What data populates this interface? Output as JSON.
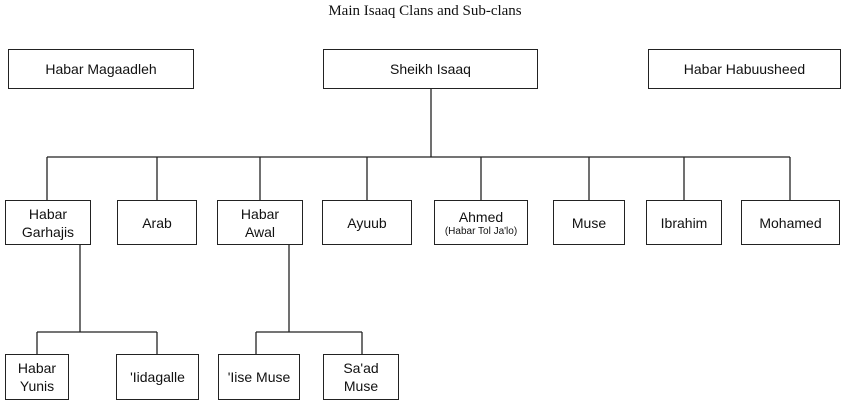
{
  "title": "Main Isaaq Clans and Sub-clans",
  "nodes": {
    "habar_magaadleh": "Habar Magaadleh",
    "sheikh_isaaq": "Sheikh Isaaq",
    "habar_habuusheed": "Habar Habuusheed",
    "habar_garhajis": {
      "line1": "Habar",
      "line2": "Garhajis"
    },
    "arab": "Arab",
    "habar_awal": {
      "line1": "Habar",
      "line2": "Awal"
    },
    "ayuub": "Ayuub",
    "ahmed": {
      "line1": "Ahmed",
      "line2": "(Habar Tol Ja'lo)"
    },
    "muse": "Muse",
    "ibrahim": "Ibrahim",
    "mohamed": "Mohamed",
    "habar_yunis": {
      "line1": "Habar",
      "line2": "Yunis"
    },
    "iidagalle": "'Iidagalle",
    "iise_muse": "'Iise Muse",
    "saad_muse": {
      "line1": "Sa'ad",
      "line2": "Muse"
    }
  }
}
